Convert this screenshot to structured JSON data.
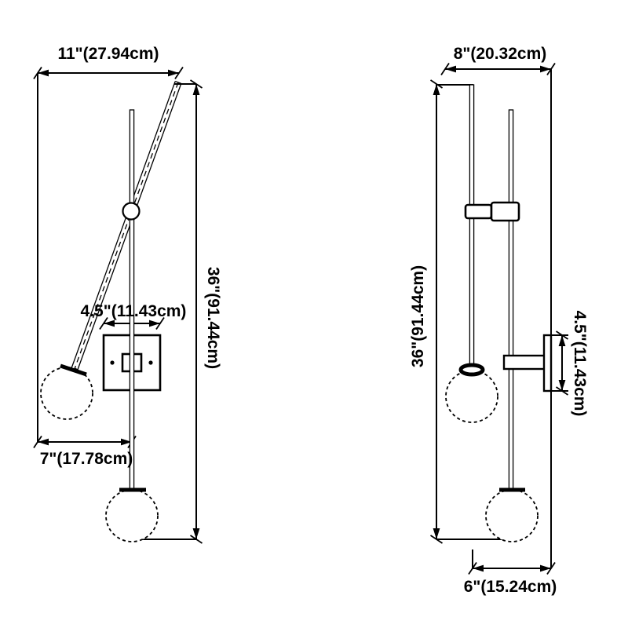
{
  "diagram": {
    "description": "Two-view dimension drawing of a wall sconce lamp",
    "background_color": "#ffffff",
    "line_color": "#000000",
    "views": {
      "front": {
        "width_label": "11\"(27.94cm)",
        "height_label": "36\"(91.44cm)",
        "backplate_label": "4.5\"(11.43cm)",
        "offset_label": "7\"(17.78cm)"
      },
      "side": {
        "width_label": "8\"(20.32cm)",
        "height_label": "36\"(91.44cm)",
        "backplate_label": "4.5\"(11.43cm)",
        "depth_label": "6\"(15.24cm)"
      }
    }
  }
}
